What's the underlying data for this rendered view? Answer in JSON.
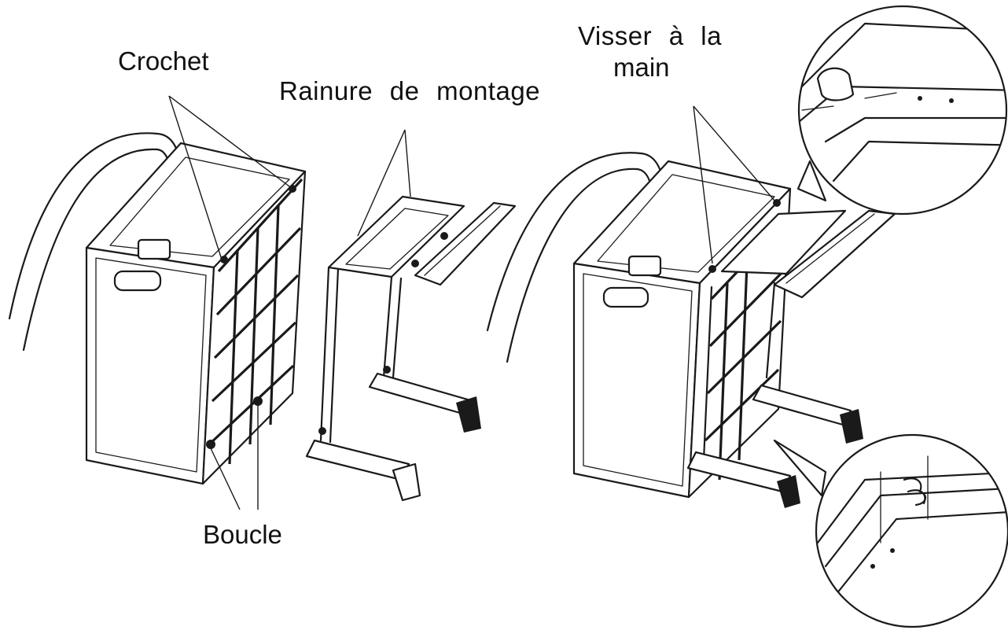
{
  "labels": {
    "crochet": "Crochet",
    "rainure": "Rainure de montage",
    "visser_line1": "Visser à la",
    "visser_line2": "main",
    "boucle": "Boucle"
  }
}
